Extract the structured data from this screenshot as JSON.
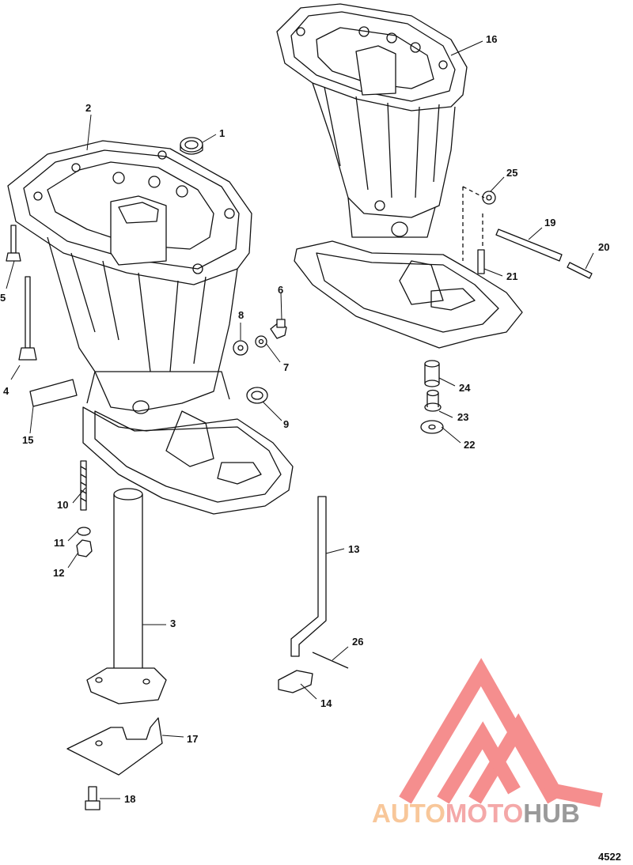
{
  "figure_number": "4522",
  "watermark": {
    "part1": "AUTO",
    "part2": "MOTO",
    "part3": "HUB",
    "color_part1": "#f8c79a",
    "color_part2": "#f4a8a8",
    "color_part3": "#9a9a9a",
    "triangle_color": "#f47b7b"
  },
  "callouts": [
    "1",
    "2",
    "3",
    "4",
    "5",
    "6",
    "7",
    "8",
    "9",
    "10",
    "11",
    "12",
    "13",
    "14",
    "15",
    "16",
    "17",
    "18",
    "19",
    "20",
    "21",
    "22",
    "23",
    "24",
    "25",
    "26"
  ],
  "line_color": "#111111"
}
